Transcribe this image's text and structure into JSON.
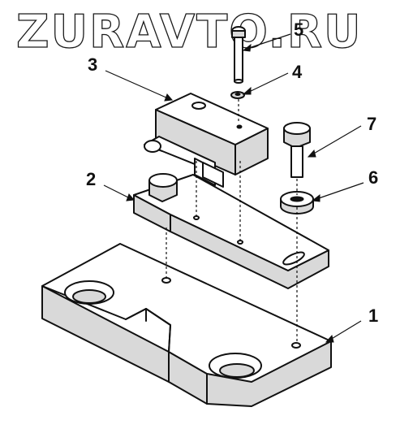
{
  "watermark": "ZURAVTO.RU",
  "callouts": [
    {
      "id": "1",
      "text": "1"
    },
    {
      "id": "2",
      "text": "2"
    },
    {
      "id": "3",
      "text": "3"
    },
    {
      "id": "4",
      "text": "4"
    },
    {
      "id": "5",
      "text": "5"
    },
    {
      "id": "6",
      "text": "6"
    },
    {
      "id": "7",
      "text": "7"
    }
  ]
}
